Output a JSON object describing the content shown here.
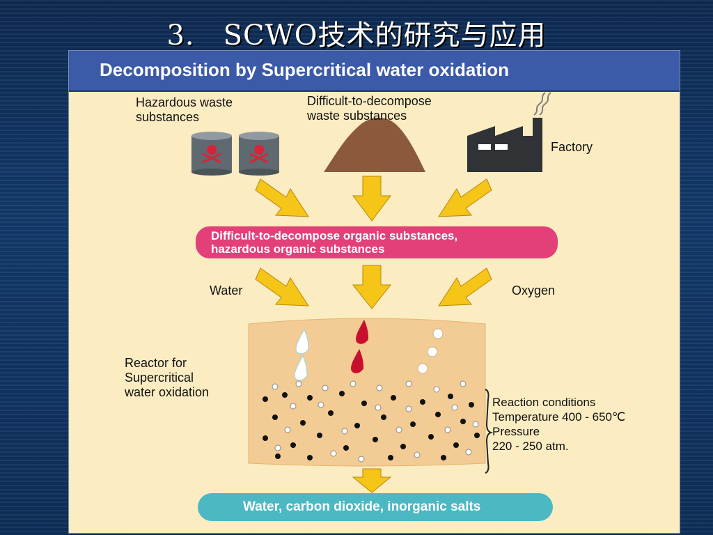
{
  "slide": {
    "title": "3.　SCWO技术的研究与应用"
  },
  "figure": {
    "header": "Decomposition by Supercritical water oxidation",
    "sources": {
      "hazardous_line1": "Hazardous waste",
      "hazardous_line2": "substances",
      "difficult_line1": "Difficult-to-decompose",
      "difficult_line2": "waste substances",
      "factory": "Factory"
    },
    "organic_line1": "Difficult-to-decompose organic substances,",
    "organic_line2": "hazardous organic substances",
    "inputs": {
      "water": "Water",
      "oxygen": "Oxygen"
    },
    "reactor": {
      "line1": "Reactor for",
      "line2": "Supercritical",
      "line3": "water oxidation"
    },
    "conditions": {
      "line1": "Reaction conditions",
      "line2": "Temperature 400 - 650℃",
      "line3": "Pressure",
      "line4": "220 - 250 atm."
    },
    "output": "Water, carbon dioxide, inorganic salts"
  },
  "colors": {
    "background": "#fbecc2",
    "header": "#3b5aa8",
    "arrow": "#f5c518",
    "pink_pill": "#e3407a",
    "teal_pill": "#4bb8c4",
    "reactor": "#f2cc94",
    "mound": "#8b5a3c"
  }
}
